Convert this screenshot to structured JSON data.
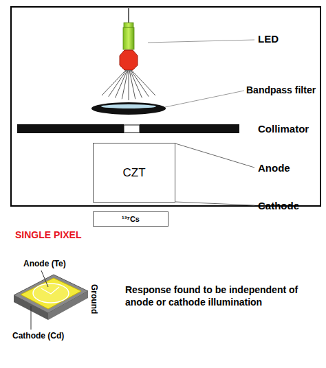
{
  "diagram": {
    "nodes": [
      {
        "text": [
          "CZT"
        ]
      },
      {
        "text": [
          "¹³⁷Cs"
        ]
      }
    ],
    "labels": [
      "LED",
      "Bandpass filter",
      "Collimator",
      "Anode",
      "Cathode",
      "SINGLE PIXEL",
      "Anode (Te)",
      "Ground",
      "Cathode (Cd)",
      "Response found to be independent of anode or cathode illumination"
    ]
  }
}
